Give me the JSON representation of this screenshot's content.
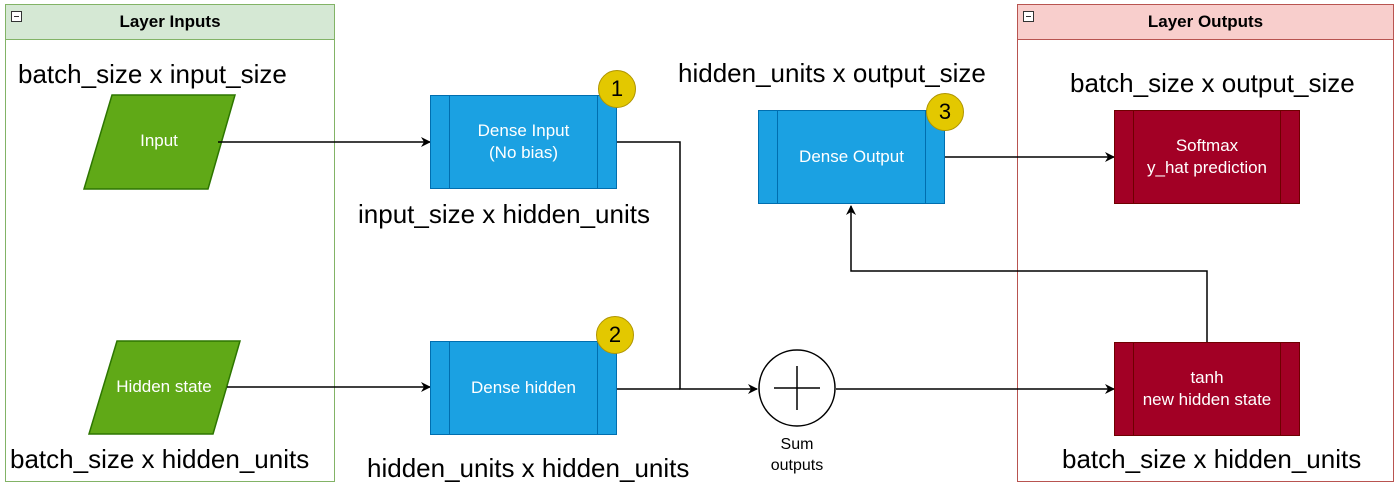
{
  "containers": {
    "inputs": {
      "title": "Layer Inputs"
    },
    "outputs": {
      "title": "Layer Outputs"
    }
  },
  "inputs": {
    "input_label": "Input",
    "hidden_state_label": "Hidden state",
    "input_dim": "batch_size x input_size",
    "hidden_dim": "batch_size x hidden_units"
  },
  "nodes": {
    "dense_input": {
      "label": "Dense Input\n(No bias)",
      "badge": "1",
      "dim": "input_size x hidden_units"
    },
    "dense_hidden": {
      "label": "Dense hidden",
      "badge": "2",
      "dim": "hidden_units x hidden_units"
    },
    "dense_output": {
      "label": "Dense Output",
      "badge": "3",
      "dim": "hidden_units x output_size"
    },
    "sum": {
      "label": "Sum\noutputs"
    }
  },
  "outputs": {
    "softmax_label": "Softmax\ny_hat prediction",
    "tanh_label": "tanh\nnew hidden state",
    "output_dim": "batch_size x output_size",
    "hidden_dim": "batch_size x hidden_units"
  },
  "colors": {
    "input_green": "#60a917",
    "dense_blue": "#1ba1e2",
    "output_red": "#a20025",
    "badge_yellow": "#e3c800",
    "inputs_border": "#82b366",
    "outputs_border": "#b85450"
  }
}
